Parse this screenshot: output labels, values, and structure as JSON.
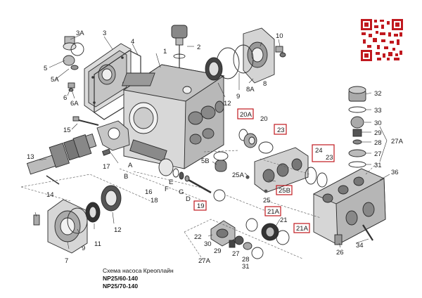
{
  "caption": {
    "line1": "Схема насоса Креоплайн",
    "line2": "NP25/60-140",
    "line3": "NP25/70-140"
  },
  "labels": {
    "l1": "1",
    "l2": "2",
    "l3": "3",
    "l3a": "3A",
    "l4": "4",
    "l5": "5",
    "l5a": "5A",
    "l6": "6",
    "l6a": "6A",
    "l7": "7",
    "l8": "8",
    "l8a": "8A",
    "l9a": "9",
    "l9b": "9",
    "l10": "10",
    "l11": "11",
    "l12a": "12",
    "l12b": "12",
    "l13": "13",
    "l14": "14",
    "l15": "15",
    "l16": "16",
    "l17": "17",
    "l18": "18",
    "l19": "19",
    "l20": "20",
    "l20a": "20A",
    "l21": "21",
    "l21a1": "21A",
    "l21a2": "21A",
    "l22": "22",
    "l23a": "23",
    "l23b": "23",
    "l24": "24",
    "l25": "25",
    "l25a": "25A",
    "l25b": "25B",
    "l5b": "5B",
    "l26": "26",
    "l27a": "27",
    "l27b": "27",
    "l27a1": "27A",
    "l27a2": "27A",
    "l28a": "28",
    "l28b": "28",
    "l29a": "29",
    "l29b": "29",
    "l30a": "30",
    "l30b": "30",
    "l31a": "31",
    "l31b": "31",
    "l32": "32",
    "l33": "33",
    "l34": "34",
    "l36": "36",
    "lA": "A",
    "lB": "B",
    "lD": "D",
    "lE": "E",
    "lF": "F",
    "lG": "G"
  },
  "colors": {
    "highlight_box": "#c0191f",
    "qr": "#c0191f",
    "part_fill": "#e4e4e4",
    "part_dark": "#9a9a9a"
  }
}
